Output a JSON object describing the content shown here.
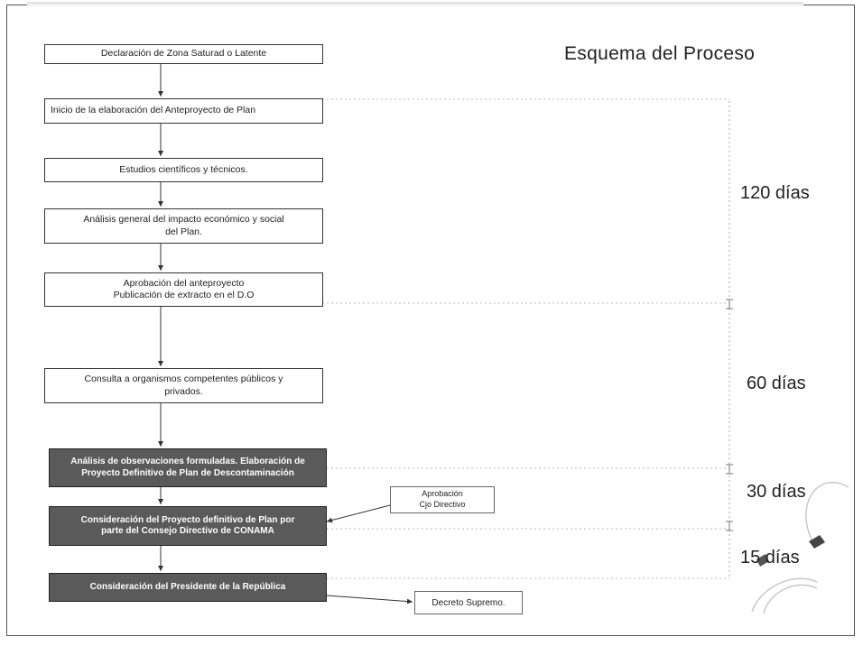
{
  "diagram": {
    "title": "Esquema del Proceso",
    "steps": [
      {
        "id": "s1",
        "text": "Declaración de Zona Saturad o Latente"
      },
      {
        "id": "s2",
        "text": "Inicio  de la elaboración del Anteproyecto de Plan"
      },
      {
        "id": "s3",
        "text": "Estudios científicos y técnicos."
      },
      {
        "id": "s4",
        "line1": "Análisis general del impacto económico y social",
        "line2": "del Plan."
      },
      {
        "id": "s5",
        "line1": "Aprobación del anteproyecto",
        "line2": "Publicación de extracto en el D.O"
      },
      {
        "id": "s6",
        "line1": "Consulta a organismos  competentes públicos y",
        "line2": "privados."
      },
      {
        "id": "s7",
        "line1": "Análisis de observaciones formuladas. Elaboración de",
        "line2": "Proyecto Definitivo de Plan de Descontaminación"
      },
      {
        "id": "s8",
        "line1": "Consideración del Proyecto definitivo de Plan por",
        "line2": "parte del Consejo Directivo de CONAMA"
      },
      {
        "id": "s9",
        "text": "Consideración del Presidente de la República"
      }
    ],
    "notes": [
      {
        "id": "n1",
        "line1": "Aprobación",
        "line2": "Cjo Directivo"
      },
      {
        "id": "n2",
        "text": "Decreto Supremo."
      }
    ],
    "durations": [
      "120 días",
      "60 días",
      "30 días",
      "15 días"
    ]
  }
}
